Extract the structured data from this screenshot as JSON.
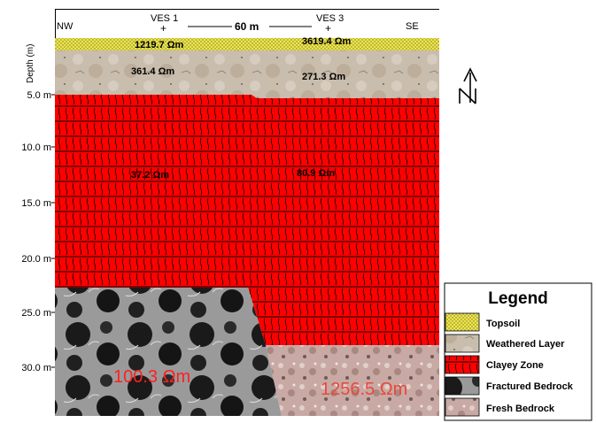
{
  "header": {
    "left_dir": "NW",
    "right_dir": "SE",
    "ves_left": "VES 1",
    "ves_right": "VES 3",
    "distance": "60 m",
    "marker": "+"
  },
  "axis": {
    "title": "Depth (m)",
    "ticks": [
      "5.0 m",
      "10.0 m",
      "15.0 m",
      "20.0 m",
      "25.0 m",
      "30.0 m"
    ]
  },
  "resistivity": {
    "topsoil_left": "1219.7 Ωm",
    "topsoil_right": "3619.4 Ωm",
    "weathered_left": "361.4 Ωm",
    "weathered_right": "271.3 Ωm",
    "clay_left": "37.2 Ωm",
    "clay_right": "80.9 Ωm",
    "fractured": "100.3 Ωm",
    "fresh": "1256.5 Ωm"
  },
  "legend": {
    "title": "Legend",
    "items": [
      "Topsoil",
      "Weathered Layer",
      "Clayey Zone",
      "Fractured Bedrock",
      "Fresh Bedrock"
    ]
  },
  "colors": {
    "topsoil": "#e8e04a",
    "weathered": "#c8bcaa",
    "clay": "#ff0000",
    "fractured": "#2a2a2a",
    "fresh": "#c9aaa5",
    "fresh_label": "#e8483c",
    "fractured_label": "#ff2020"
  },
  "compass_icon": "north-arrow-icon"
}
